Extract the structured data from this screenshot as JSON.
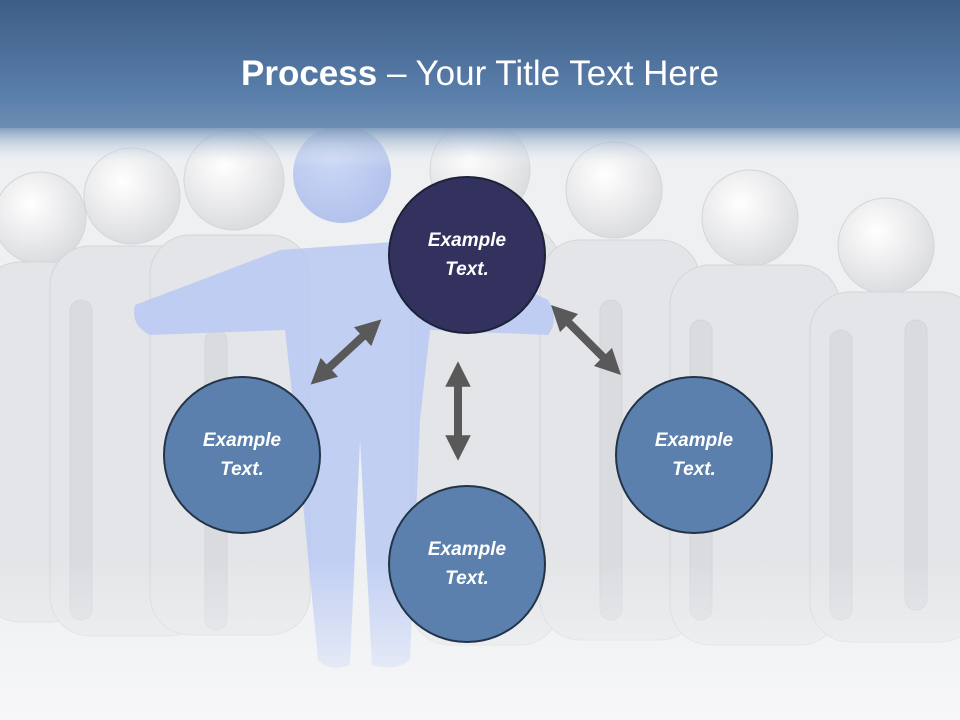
{
  "header": {
    "title_bold": "Process",
    "title_dash": " – ",
    "title_rest": "Your Title Text Here"
  },
  "nodes": [
    {
      "id": "top",
      "line1": "Example",
      "line2": "Text."
    },
    {
      "id": "left",
      "line1": "Example",
      "line2": "Text."
    },
    {
      "id": "bottom",
      "line1": "Example",
      "line2": "Text."
    },
    {
      "id": "right",
      "line1": "Example",
      "line2": "Text."
    }
  ],
  "colors": {
    "header_top": "#3f5f85",
    "header_bottom": "#6a8ab0",
    "node_top_fill": "#33325f",
    "node_fill": "#5b80ad",
    "node_border": "#233449",
    "arrow": "#595959",
    "figure_highlight": "#b9c9f3"
  }
}
